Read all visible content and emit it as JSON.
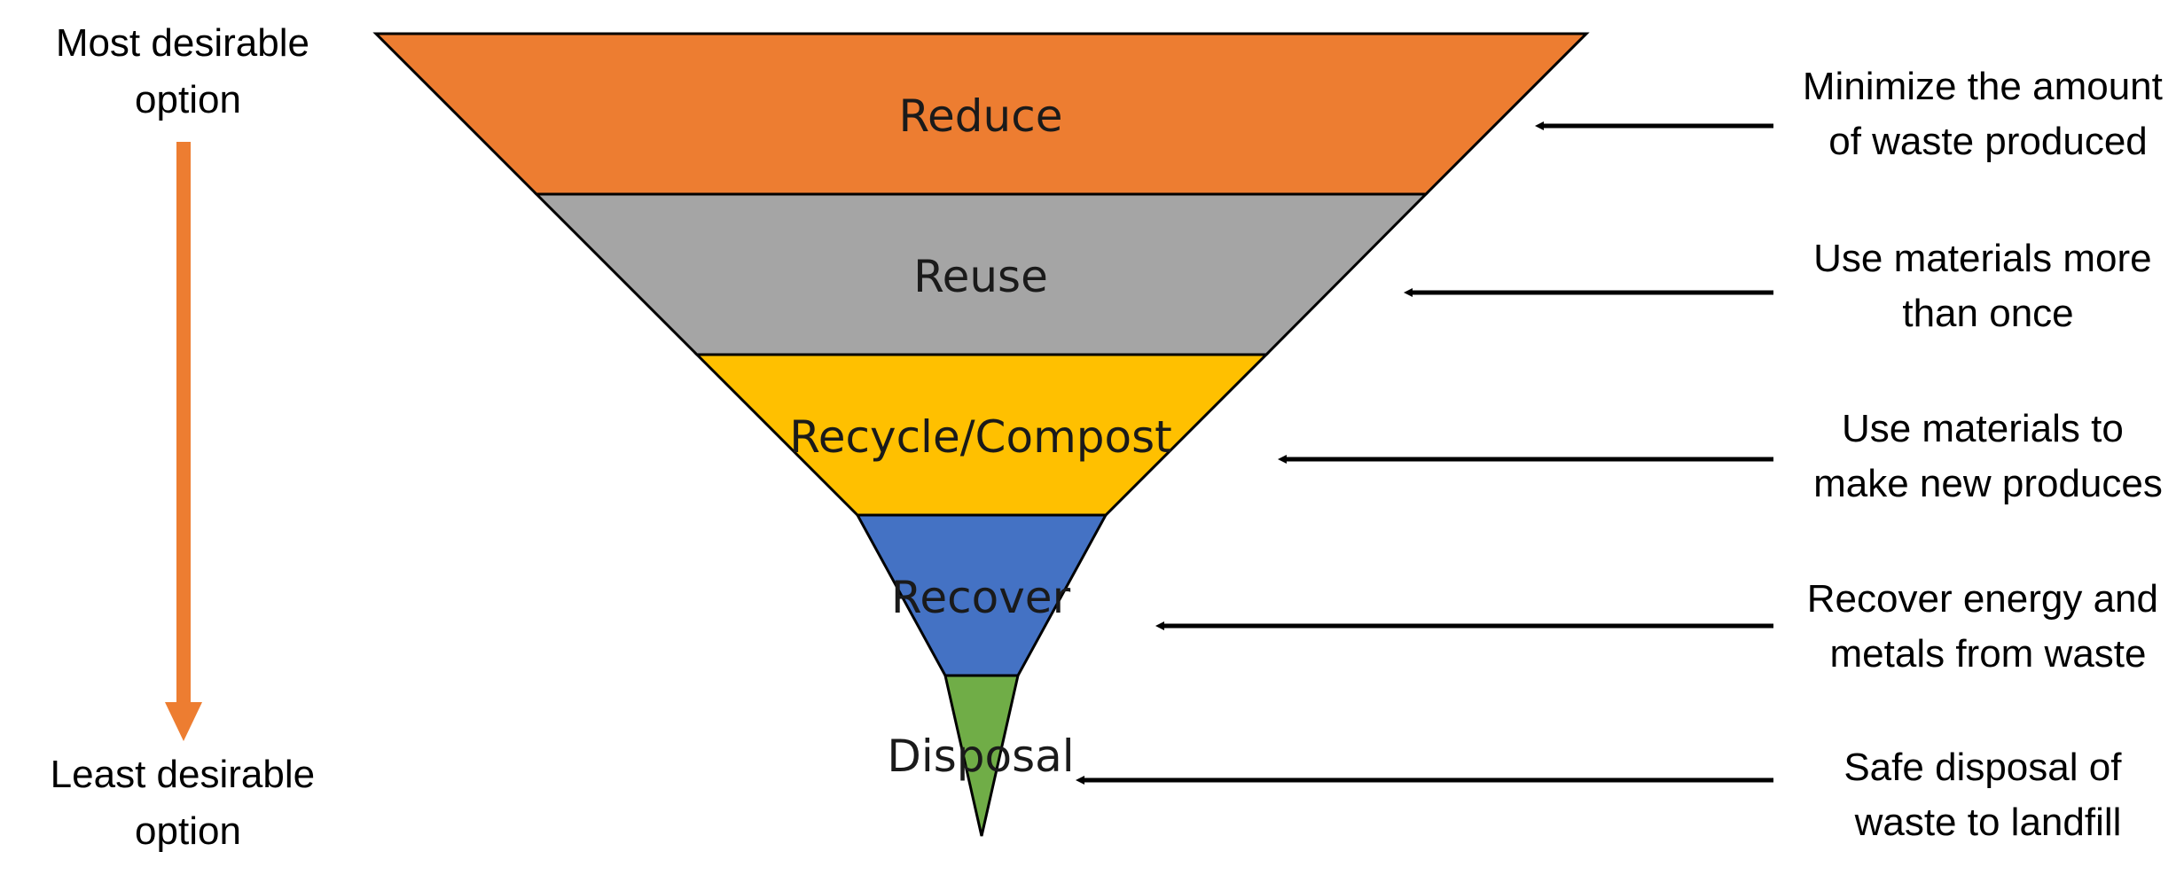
{
  "scale": {
    "top_label": [
      "Most desirable",
      "option"
    ],
    "bottom_label": [
      "Least desirable",
      "option"
    ]
  },
  "tiers": [
    {
      "label": "Reduce",
      "color": "#ED7D31",
      "description": [
        "Minimize the amount",
        "of waste produced"
      ]
    },
    {
      "label": "Reuse",
      "color": "#A5A5A5",
      "description": [
        "Use materials more",
        "than once"
      ]
    },
    {
      "label": "Recycle/Compost",
      "color": "#FFC000",
      "description": [
        "Use materials to",
        "make new produces"
      ]
    },
    {
      "label": "Recover",
      "color": "#4472C4",
      "description": [
        "Recover energy and",
        "metals from waste"
      ]
    },
    {
      "label": "Disposal",
      "color": "#70AD47",
      "description": [
        "Safe disposal of",
        "waste to landfill"
      ]
    }
  ],
  "colors": {
    "scale_arrow": "#ED7D31",
    "outline": "#000000",
    "pointer_arrow": "#000000"
  }
}
